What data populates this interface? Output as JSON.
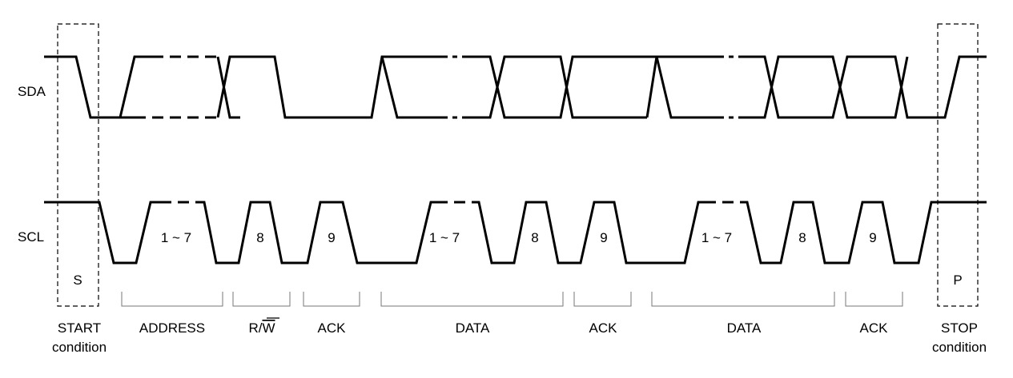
{
  "signals": {
    "sda": "SDA",
    "scl": "SCL"
  },
  "conditions": {
    "start_letter": "S",
    "stop_letter": "P"
  },
  "clock_labels": {
    "addr_bits": "1 ~ 7",
    "rw_bit": "8",
    "ack_bit_1": "9",
    "data1_bits": "1 ~ 7",
    "data1_bit8": "8",
    "ack_bit_2": "9",
    "data2_bits": "1 ~ 7",
    "data2_bit8": "8",
    "ack_bit_3": "9"
  },
  "segments": {
    "start_line1": "START",
    "start_line2": "condition",
    "address": "ADDRESS",
    "rw_r": "R/",
    "rw_w": "W",
    "ack1": "ACK",
    "data1": "DATA",
    "ack2": "ACK",
    "data2": "DATA",
    "ack3": "ACK",
    "stop_line1": "STOP",
    "stop_line2": "condition"
  }
}
